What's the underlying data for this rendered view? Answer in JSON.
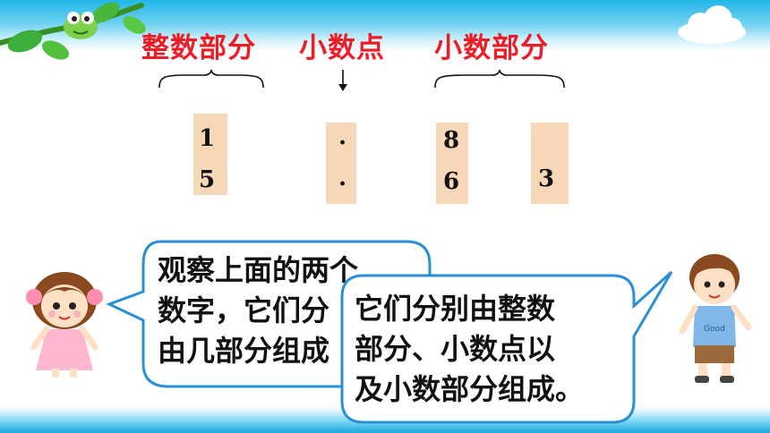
{
  "labels": {
    "integer_part": "整数部分",
    "decimal_point": "小数点",
    "decimal_part": "小数部分"
  },
  "digits": {
    "top_row": [
      "1",
      ".",
      "8"
    ],
    "bottom_row": [
      "5",
      ".",
      "6",
      "3"
    ]
  },
  "bubbles": {
    "girl": [
      "观察上面的两个",
      "数字，它们分",
      "由几部分组成"
    ],
    "boy": [
      "它们分别由整数",
      "部分、小数点以",
      "及小数部分组成。"
    ]
  },
  "decor": {
    "boy_shirt_text": "Good"
  },
  "colors": {
    "heading_red": "#ee1c25",
    "bubble_border": "#2a8fd6",
    "digit_box": "#f6d7b8",
    "sky_blue": "#22b6e6"
  },
  "icons": [
    "vine-frog-icon",
    "cloud-icon",
    "girl-cartoon-icon",
    "boy-cartoon-icon",
    "down-arrow-icon",
    "brace-icon"
  ]
}
